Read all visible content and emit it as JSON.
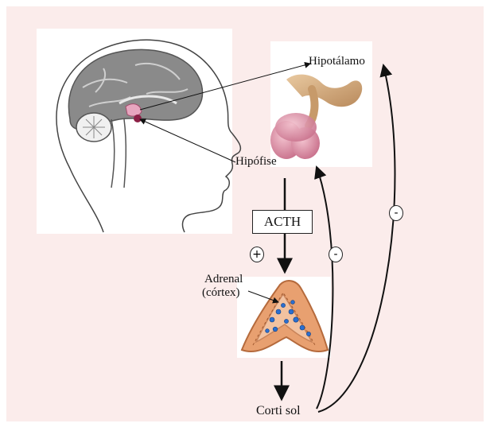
{
  "labels": {
    "hipotalamo": "Hipotálamo",
    "hipofise": "Hipófise",
    "acth": "ACTH",
    "adrenal_line1": "Adrenal",
    "adrenal_line2": "(córtex)",
    "cortisol": "Corti sol"
  },
  "feedback_signs": {
    "plus": "+",
    "minus_inner": "-",
    "minus_outer": "-"
  },
  "colors": {
    "background": "#fbeceb",
    "line": "#111111",
    "gland_pink": "#d98aa0",
    "adrenal_orange": "#e8a070",
    "adrenal_blue": "#2a6fd0"
  }
}
